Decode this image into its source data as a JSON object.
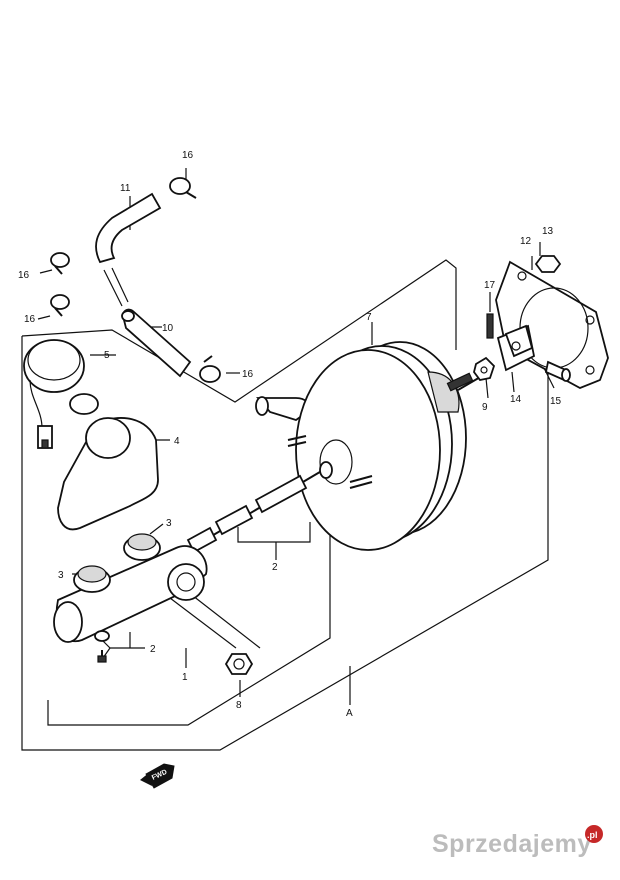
{
  "diagram": {
    "parts": [
      {
        "id": "label-1",
        "text": "1"
      },
      {
        "id": "label-2-rod",
        "text": "2"
      },
      {
        "id": "label-2-fitting",
        "text": "2"
      },
      {
        "id": "label-3-top",
        "text": "3"
      },
      {
        "id": "label-3-left",
        "text": "3"
      },
      {
        "id": "label-4",
        "text": "4"
      },
      {
        "id": "label-5",
        "text": "5"
      },
      {
        "id": "label-7",
        "text": "7"
      },
      {
        "id": "label-8",
        "text": "8"
      },
      {
        "id": "label-9",
        "text": "9"
      },
      {
        "id": "label-10",
        "text": "10"
      },
      {
        "id": "label-11",
        "text": "11"
      },
      {
        "id": "label-12",
        "text": "12"
      },
      {
        "id": "label-13",
        "text": "13"
      },
      {
        "id": "label-14",
        "text": "14"
      },
      {
        "id": "label-15",
        "text": "15"
      },
      {
        "id": "label-16-top",
        "text": "16"
      },
      {
        "id": "label-16-left1",
        "text": "16"
      },
      {
        "id": "label-16-left2",
        "text": "16"
      },
      {
        "id": "label-16-mid",
        "text": "16"
      },
      {
        "id": "label-17",
        "text": "17"
      },
      {
        "id": "label-A",
        "text": "A"
      }
    ],
    "front_marker": "FWD",
    "watermark": "Sprzedajemy",
    "watermark_suffix": ".pl"
  },
  "colors": {
    "line": "#111111",
    "background": "#ffffff",
    "watermark": "#bcbcbc",
    "watermark_badge": "#c62828"
  }
}
